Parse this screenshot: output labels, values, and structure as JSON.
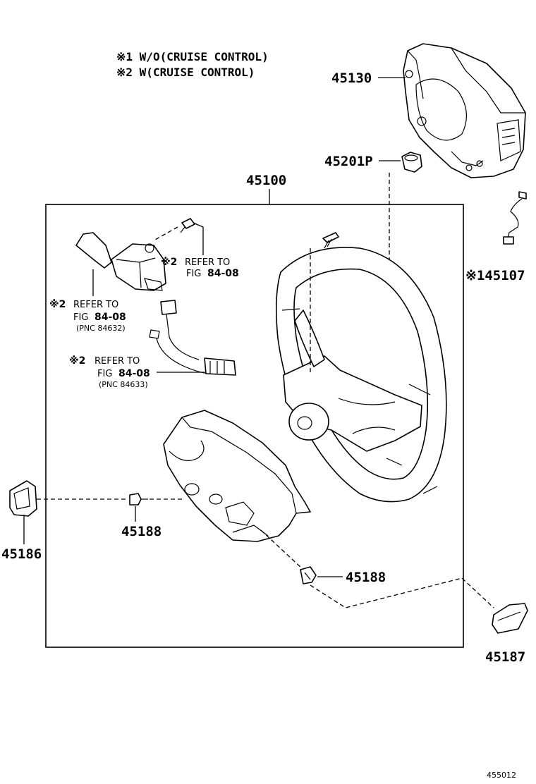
{
  "notes": [
    "※1 W/O(CRUISE CONTROL)",
    "※2 W(CRUISE CONTROL)"
  ],
  "parts": {
    "p45130": "45130",
    "p45201P": "45201P",
    "p45100": "45100",
    "p145107": "※145107",
    "p45186": "45186",
    "p45188_left": "45188",
    "p45188_right": "45188",
    "p45187": "45187"
  },
  "refs": {
    "upper": {
      "mark": "※2",
      "line1": "REFER TO",
      "line2a": "FIG",
      "line2b": "84-08"
    },
    "middle": {
      "mark": "※2",
      "line1": "REFER TO",
      "line2a": "FIG",
      "line2b": "84-08",
      "pnc": "(PNC 84632)"
    },
    "lower": {
      "mark": "※2",
      "line1": "REFER TO",
      "line2a": "FIG",
      "line2b": "84-08",
      "pnc": "(PNC 84633)"
    }
  },
  "figure_number": "455012",
  "icons": [
    "airbag-module-icon",
    "steering-wheel-icon",
    "switch-icon",
    "wire-harness-icon",
    "cover-icon",
    "screw-icon"
  ]
}
